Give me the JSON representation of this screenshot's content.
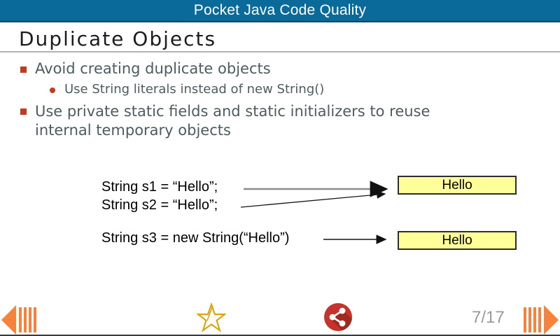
{
  "topbar": {
    "title": "Pocket Java Code Quality"
  },
  "slide": {
    "title": "Duplicate Objects",
    "bullet1": "Avoid creating duplicate objects",
    "sub_bullet": "Use String literals instead of new String()",
    "bullet2_line1": "Use private static fields and static initializers to reuse",
    "bullet2_line2": "internal temporary objects",
    "diagram": {
      "code_line1": "String s1 = “Hello”;",
      "code_line2": "String s2 = “Hello”;",
      "code_line3": "String s3 = new String(“Hello”)",
      "box1_label": "Hello",
      "box2_label": "Hello"
    }
  },
  "footer": {
    "page_indicator": "7/17",
    "prev_icon": "previous-slide-arrow",
    "next_icon": "next-slide-arrow",
    "favorite_icon": "star",
    "share_icon": "share"
  },
  "colors": {
    "topbar_bg": "#0a6a99",
    "nav_orange": "#f6823b",
    "bullet_red": "#c23b1f",
    "body_text": "#4c5c61",
    "box_yellow": "#ffff99",
    "share_red": "#c5332a",
    "share_shadow": "#a02a21",
    "star_gold": "#d9a514",
    "page_gray": "#9a9a9a"
  }
}
